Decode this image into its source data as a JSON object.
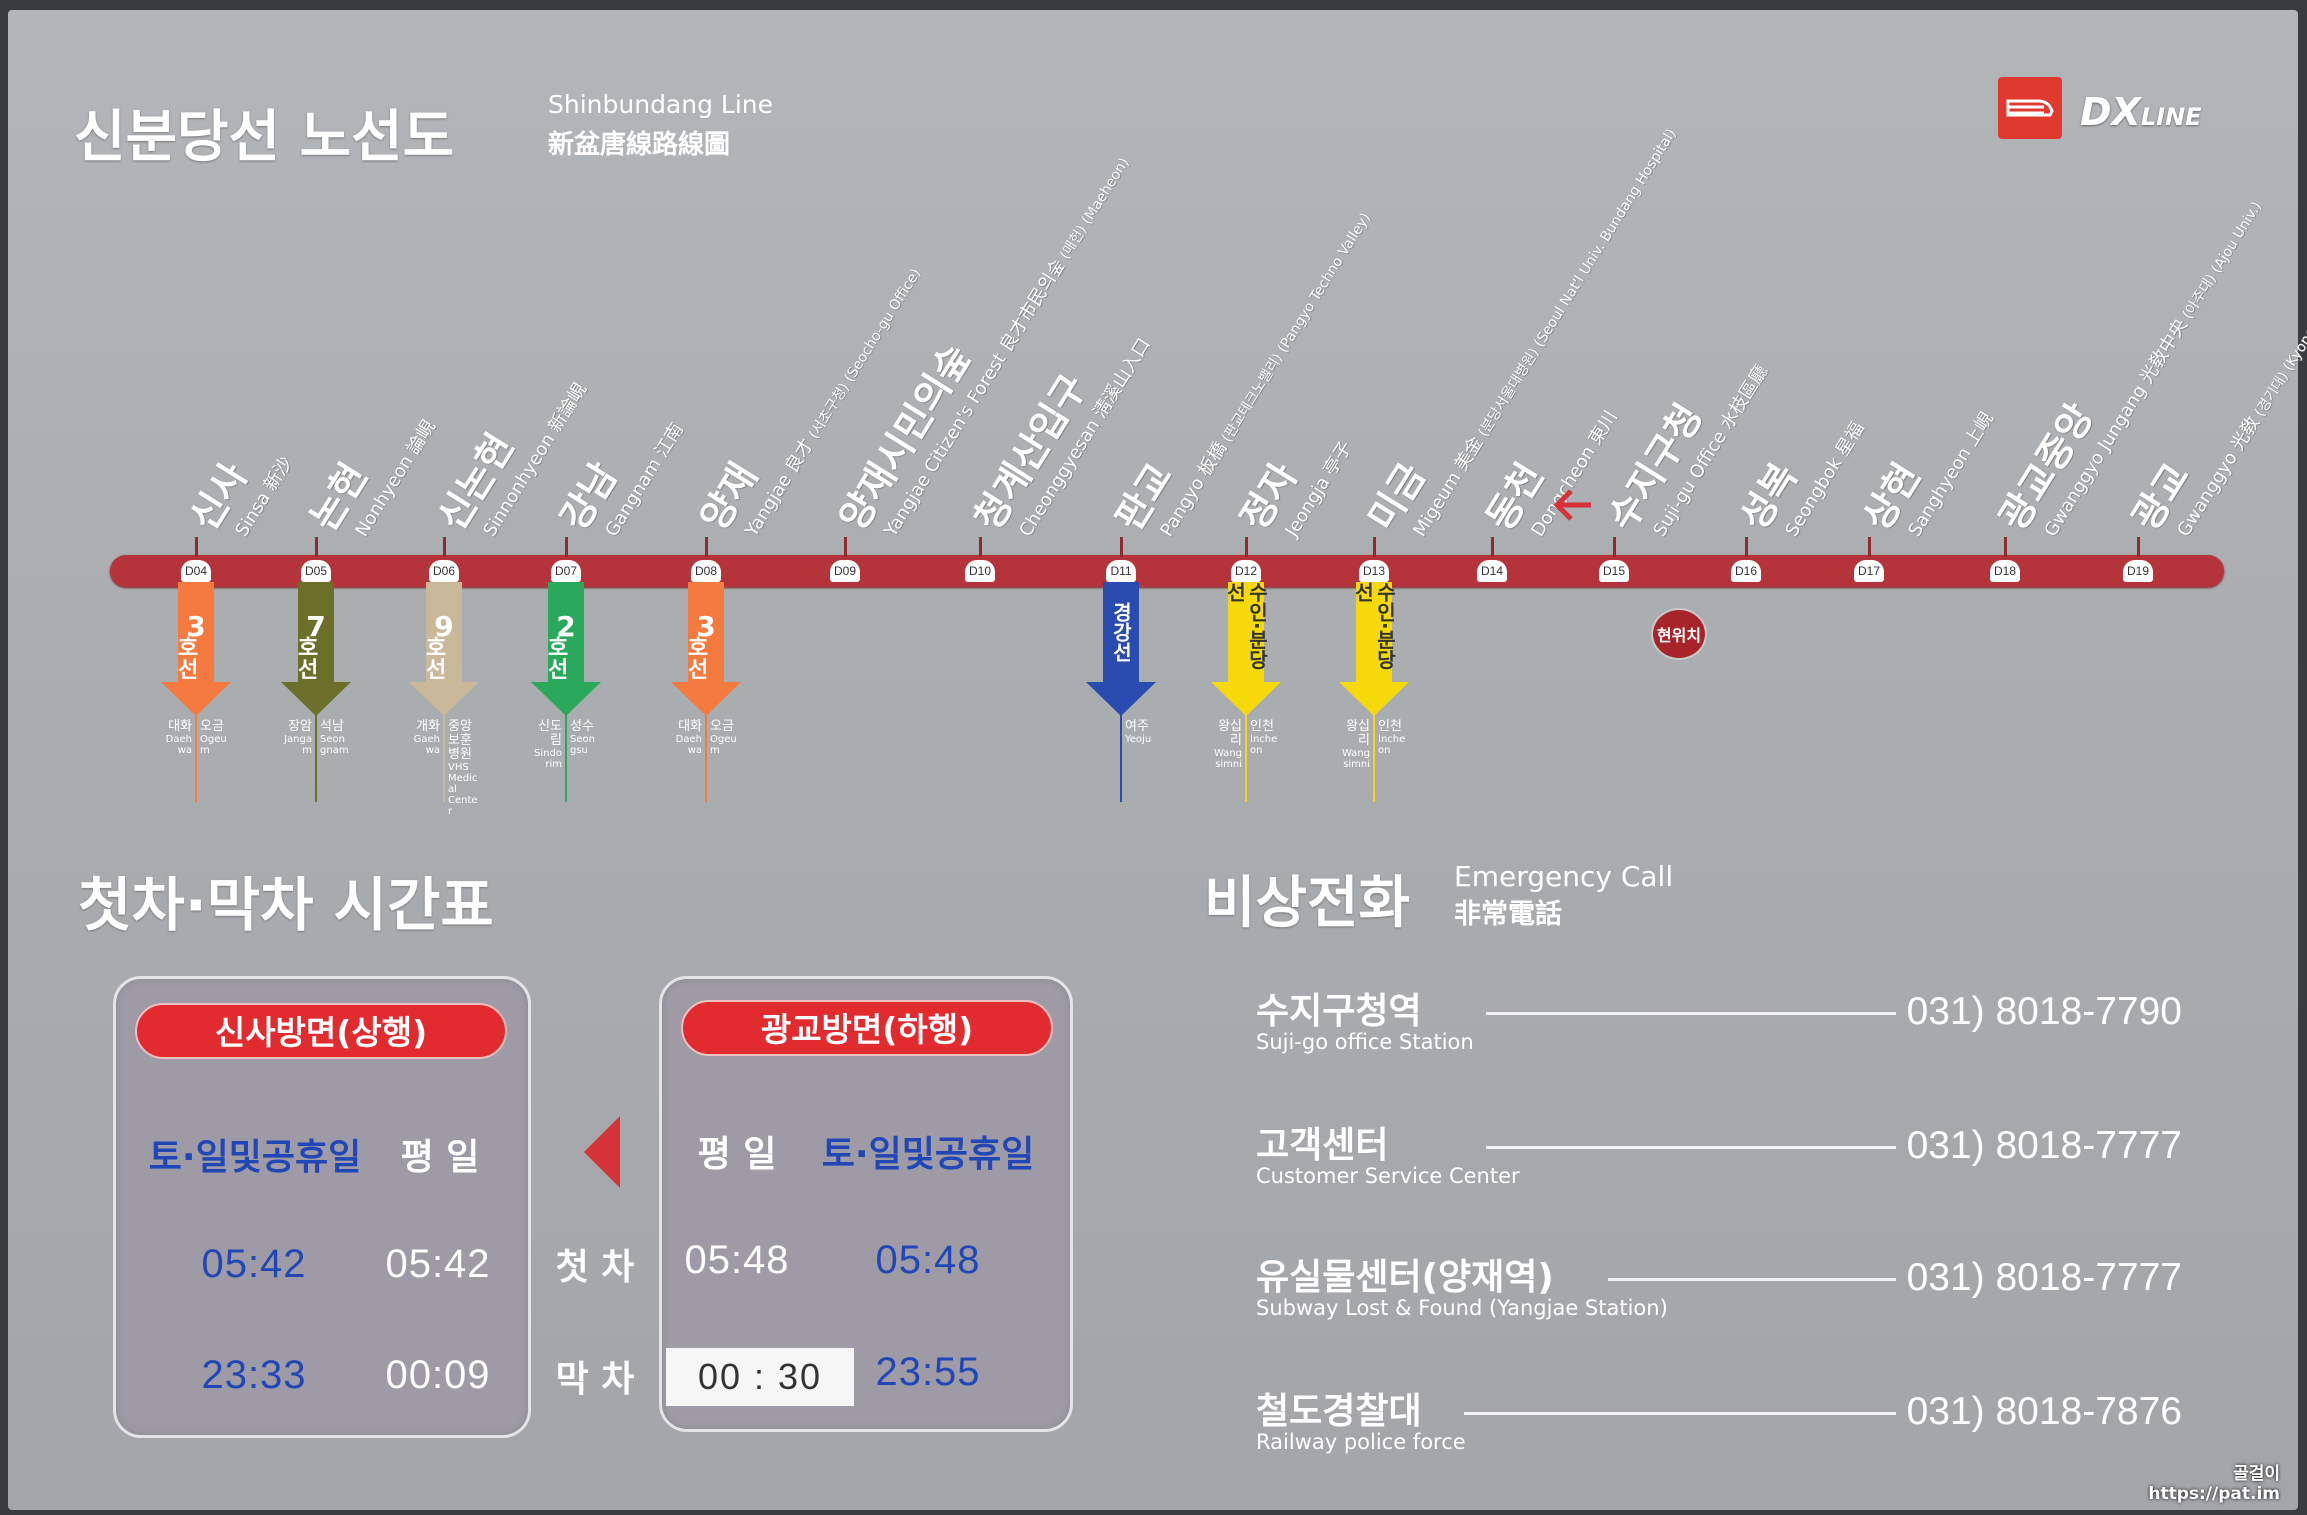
{
  "header": {
    "title": "신분당선 노선도",
    "subtitle_en": "Shinbundang Line",
    "subtitle_cjk": "新盆唐線路線圖",
    "logo": "DX",
    "logo_small": "LINE"
  },
  "colors": {
    "line": "#b5333a",
    "accent": "#e12b2f",
    "blue_text": "#2146b5"
  },
  "stations": [
    {
      "code": "D04",
      "ko": "신사",
      "en": "Sinsa",
      "hanja": "新沙",
      "extra": ""
    },
    {
      "code": "D05",
      "ko": "논현",
      "en": "Nonhyeon",
      "hanja": "論峴",
      "extra": ""
    },
    {
      "code": "D06",
      "ko": "신논현",
      "en": "Sinnonhyeon",
      "hanja": "新論峴",
      "extra": ""
    },
    {
      "code": "D07",
      "ko": "강남",
      "en": "Gangnam",
      "hanja": "江南",
      "extra": ""
    },
    {
      "code": "D08",
      "ko": "양재",
      "en": "Yangjae",
      "hanja": "良才",
      "extra": "(서초구청) (Seocho-gu Office)"
    },
    {
      "code": "D09",
      "ko": "양재시민의숲",
      "en": "Yangjae Citizen's Forest",
      "hanja": "良才市民의숲",
      "extra": "(매헌) (Maeheon)"
    },
    {
      "code": "D10",
      "ko": "청계산입구",
      "en": "Cheonggyesan",
      "hanja": "淸溪山入口",
      "extra": ""
    },
    {
      "code": "D11",
      "ko": "판교",
      "en": "Pangyo",
      "hanja": "板橋",
      "extra": "(판교테크노밸리) (Pangyo Techno Valley)"
    },
    {
      "code": "D12",
      "ko": "정자",
      "en": "Jeongja",
      "hanja": "亭子",
      "extra": ""
    },
    {
      "code": "D13",
      "ko": "미금",
      "en": "Migeum",
      "hanja": "美金",
      "extra": "(분당서울대병원) (Seoul Nat'l Univ. Bundang Hospital)"
    },
    {
      "code": "D14",
      "ko": "동천",
      "en": "Dongcheon",
      "hanja": "東川",
      "extra": ""
    },
    {
      "code": "D15",
      "ko": "수지구청",
      "en": "Suji-gu Office",
      "hanja": "水枝區廳",
      "extra": ""
    },
    {
      "code": "D16",
      "ko": "성복",
      "en": "Seongbok",
      "hanja": "星福",
      "extra": ""
    },
    {
      "code": "D17",
      "ko": "상현",
      "en": "Sanghyeon",
      "hanja": "上峴",
      "extra": ""
    },
    {
      "code": "D18",
      "ko": "광교중앙",
      "en": "Gwanggyo Jungang",
      "hanja": "光敎中央",
      "extra": "(아주대) (Ajou Univ.)"
    },
    {
      "code": "D19",
      "ko": "광교",
      "en": "Gwanggyo",
      "hanja": "光敎",
      "extra": "(경기대) (Kyonggi Univ.)"
    }
  ],
  "transfers": [
    {
      "station": 0,
      "num": "3",
      "label": "호선",
      "color": "#f47a3f",
      "dests": [
        {
          "ko": "대화",
          "en": "Daehwa"
        },
        {
          "ko": "오금",
          "en": "Ogeum"
        }
      ]
    },
    {
      "station": 1,
      "num": "7",
      "label": "호선",
      "color": "#6b6f2a",
      "dests": [
        {
          "ko": "장암",
          "en": "Jangam"
        },
        {
          "ko": "석남",
          "en": "Seongnam"
        }
      ]
    },
    {
      "station": 2,
      "num": "9",
      "label": "호선",
      "color": "#c9b89a",
      "dests": [
        {
          "ko": "개화",
          "en": "Gaehwa"
        },
        {
          "ko": "중앙보훈병원",
          "en": "VHS Medical Center"
        }
      ]
    },
    {
      "station": 3,
      "num": "2",
      "label": "호선",
      "color": "#2aa85c",
      "dests": [
        {
          "ko": "신도림",
          "en": "Sindorim"
        },
        {
          "ko": "성수",
          "en": "Seongsu"
        }
      ]
    },
    {
      "station": 4,
      "num": "3",
      "label": "호선",
      "color": "#f47a3f",
      "dests": [
        {
          "ko": "대화",
          "en": "Daehwa"
        },
        {
          "ko": "오금",
          "en": "Ogeum"
        }
      ]
    },
    {
      "station": 7,
      "num": "",
      "label": "경강선",
      "color": "#2a4bb0",
      "dests": [
        {
          "ko": "여주",
          "en": "Yeoju"
        }
      ]
    },
    {
      "station": 8,
      "num": "",
      "label": "수인·분당선",
      "color": "#f5d90a",
      "dests": [
        {
          "ko": "왕십리",
          "en": "Wangsimni"
        },
        {
          "ko": "인천",
          "en": "Incheon"
        }
      ]
    },
    {
      "station": 9,
      "num": "",
      "label": "수인·분당선",
      "color": "#f5d90a",
      "dests": [
        {
          "ko": "왕십리",
          "en": "Wangsimni"
        },
        {
          "ko": "인천",
          "en": "Incheon"
        }
      ]
    }
  ],
  "current_location": "현위치",
  "timetable": {
    "title": "첫차·막차 시간표",
    "first_label": "첫 차",
    "last_label": "막 차",
    "left": {
      "header": "신사방면(상행)",
      "col1": "토·일및공휴일",
      "col2": "평 일",
      "first": [
        "05:42",
        "05:42"
      ],
      "last": [
        "23:33",
        "00:09"
      ]
    },
    "right": {
      "header": "광교방면(하행)",
      "col1": "평 일",
      "col2": "토·일및공휴일",
      "first": [
        "05:48",
        "05:48"
      ],
      "last": [
        "00 : 30",
        "23:55"
      ]
    }
  },
  "emergency": {
    "title": "비상전화",
    "title_en": "Emergency Call",
    "title_cjk": "非常電話",
    "rows": [
      {
        "ko": "수지구청역",
        "en": "Suji-go office Station",
        "phone": "031) 8018-7790"
      },
      {
        "ko": "고객센터",
        "en": "Customer Service Center",
        "phone": "031) 8018-7777"
      },
      {
        "ko": "유실물센터(양재역)",
        "en": "Subway Lost & Found (Yangjae Station)",
        "phone": "031) 8018-7777"
      },
      {
        "ko": "철도경찰대",
        "en": "Railway police force",
        "phone": "031) 8018-7876"
      }
    ]
  },
  "watermark": {
    "line1": "골걸이",
    "line2": "https://pat.im"
  }
}
